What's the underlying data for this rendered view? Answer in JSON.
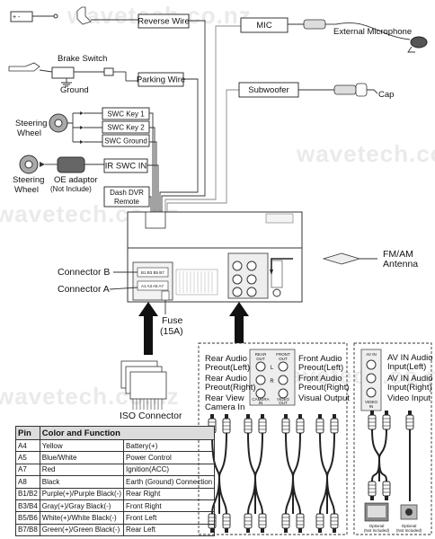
{
  "watermark": "wavetech.co.nz",
  "top_boxes": {
    "reverse_wire": "Reverse Wire",
    "parking_wire": "Parking Wire",
    "mic": "MIC",
    "subwoofer": "Subwoofer"
  },
  "labels": {
    "external_microphone": "External Microphone",
    "cap": "Cap",
    "brake_switch": "Brake Switch",
    "ground": "Ground",
    "steering_wheel_1": [
      "Steering",
      "Wheel"
    ],
    "steering_wheel_2": [
      "Steering",
      "Wheel"
    ],
    "oe_adaptor": [
      "OE adaptor",
      "(Not Include)"
    ],
    "fm_am_antenna": [
      "FM/AM",
      "Antenna"
    ],
    "connector_b": "Connector B",
    "connector_a": "Connector A",
    "fuse": [
      "Fuse",
      "(15A)"
    ],
    "iso_connector": "ISO Connector"
  },
  "swc_boxes": [
    "SWC Key 1",
    "SWC Key 2",
    "SWC Ground"
  ],
  "ir_swc": "IR SWC IN",
  "dash_dvr": [
    "Dash DVR",
    "Remote"
  ],
  "rca_panel": {
    "left_labels": [
      [
        "Rear Audio",
        "Preout(Left)"
      ],
      [
        "Rear Audio",
        "Preout(Right)"
      ],
      [
        "Rear View",
        "Camera In"
      ]
    ],
    "right_labels": [
      [
        "Front Audio",
        "Preout(Left)"
      ],
      [
        "Front Audio",
        "Preout(Right)"
      ],
      [
        "Visual Output"
      ]
    ],
    "jack_headers": [
      [
        "REAR",
        "OUT"
      ],
      [
        "FRONT",
        "OUT"
      ]
    ],
    "jack_footers": [
      [
        "CAMERA",
        "IN"
      ],
      [
        "VIDEO",
        "OUT"
      ]
    ],
    "jack_marks": [
      "L",
      "R"
    ]
  },
  "av_panel": {
    "header": [
      "AV IN"
    ],
    "labels": [
      [
        "AV IN Audio",
        "Input(Left)"
      ],
      [
        "AV IN Audio",
        "Input(Right)"
      ],
      [
        "Video Input"
      ]
    ],
    "footer": [
      "VIDEO",
      "IN"
    ],
    "optional": [
      [
        "Optional",
        "(Not Included)"
      ],
      [
        "Optional",
        "(Not Included)"
      ]
    ]
  },
  "pin_table": {
    "headers": [
      "Pin",
      "Color and Function"
    ],
    "rows": [
      {
        "pin": "A4",
        "color": "Yellow",
        "function": "Battery(+)"
      },
      {
        "pin": "A5",
        "color": "Blue/White",
        "function": "Power Control"
      },
      {
        "pin": "A7",
        "color": "Red",
        "function": "Ignition(ACC)"
      },
      {
        "pin": "A8",
        "color": "Black",
        "function": "Earth (Ground) Connection"
      },
      {
        "pin": "B1/B2",
        "color": "Purple(+)/Purple Black(-)",
        "function": "Rear Right"
      },
      {
        "pin": "B3/B4",
        "color": "Gray(+)/Gray Black(-)",
        "function": "Front Right"
      },
      {
        "pin": "B5/B6",
        "color": "White(+)/White Black(-)",
        "function": "Front Left"
      },
      {
        "pin": "B7/B8",
        "color": "Green(+)/Green Black(-)",
        "function": "Rear Left"
      }
    ]
  }
}
